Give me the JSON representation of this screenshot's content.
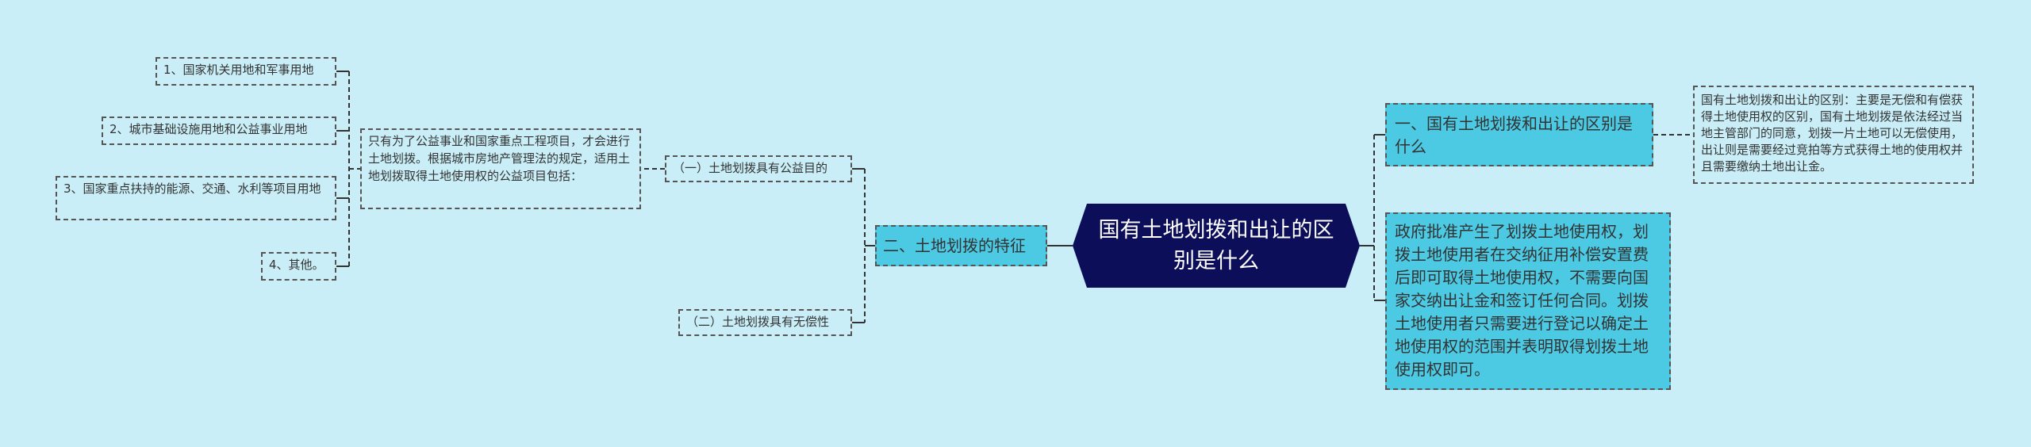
{
  "root": {
    "label": "国有土地划拨和出让的区别是什么"
  },
  "right": {
    "section1": {
      "label": "一、国有土地划拨和出让的区别是什么",
      "detail": "国有土地划拨和出让的区别：主要是无偿和有偿获得土地使用权的区别，国有土地划拨是依法经过当地主管部门的同意，划拨一片土地可以无偿使用，出让则是需要经过竞拍等方式获得土地的使用权并且需要缴纳土地出让金。"
    },
    "paragraph": "政府批准产生了划拨土地使用权，划拨土地使用者在交纳征用补偿安置费后即可取得土地使用权，不需要向国家交纳出让金和签订任何合同。划拨土地使用者只需要进行登记以确定土地使用权的范围并表明取得划拨土地使用权即可。"
  },
  "left": {
    "section2": {
      "label": "二、土地划拨的特征"
    },
    "feature1": {
      "label": "（一）土地划拨具有公益目的",
      "desc": "只有为了公益事业和国家重点工程项目，才会进行土地划拨。根据城市房地产管理法的规定，适用土地划拨取得土地使用权的公益项目包括：",
      "items": [
        "1、国家机关用地和军事用地",
        "2、城市基础设施用地和公益事业用地",
        "3、国家重点扶持的能源、交通、水利等项目用地",
        "4、其他。"
      ]
    },
    "feature2": {
      "label": "（二）土地划拨具有无偿性"
    }
  }
}
